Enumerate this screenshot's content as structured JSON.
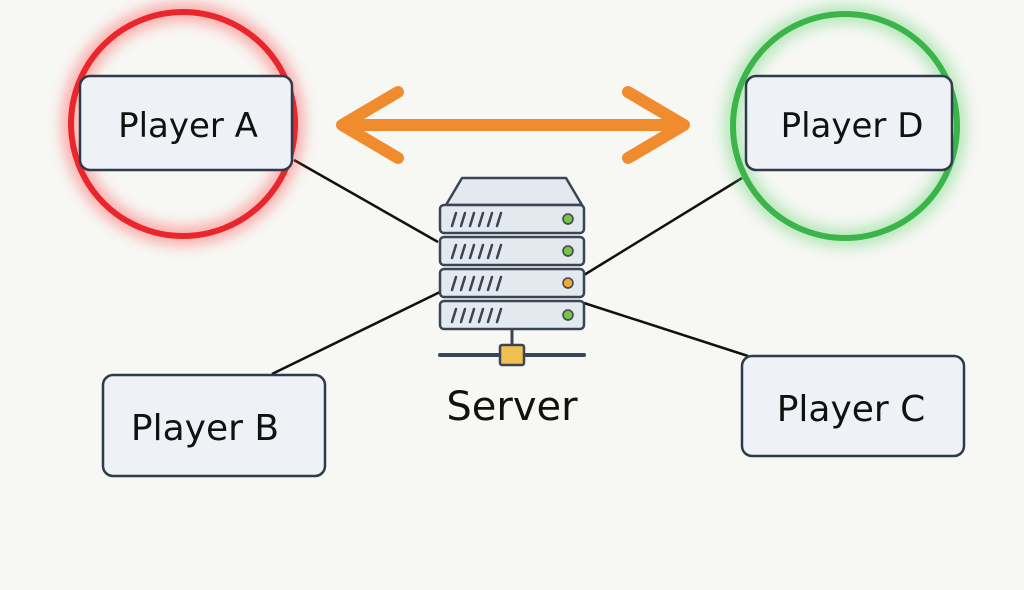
{
  "diagram": {
    "nodes": {
      "player_a": {
        "label": "Player A",
        "highlight": "red"
      },
      "player_b": {
        "label": "Player B"
      },
      "player_c": {
        "label": "Player C"
      },
      "player_d": {
        "label": "Player D",
        "highlight": "green"
      },
      "server": {
        "label": "Server"
      }
    },
    "edges": [
      {
        "from": "Player A",
        "to": "Server"
      },
      {
        "from": "Player B",
        "to": "Server"
      },
      {
        "from": "Player C",
        "to": "Server"
      },
      {
        "from": "Player D",
        "to": "Server"
      },
      {
        "from": "Player A",
        "to": "Player D",
        "style": "double-arrow"
      }
    ]
  },
  "colors": {
    "background": "#f7f7f4",
    "highlight_red": "#e8262b",
    "highlight_green": "#3bb54a",
    "arrow": "#f08c2e",
    "box_fill": "#eef1f6",
    "box_border": "#2f3a4a",
    "server_body": "#e4e9f0",
    "server_stroke": "#3a4556",
    "led_green": "#7cc243",
    "led_orange": "#f1a73a",
    "connector": "#f0c050",
    "line": "#111111"
  }
}
